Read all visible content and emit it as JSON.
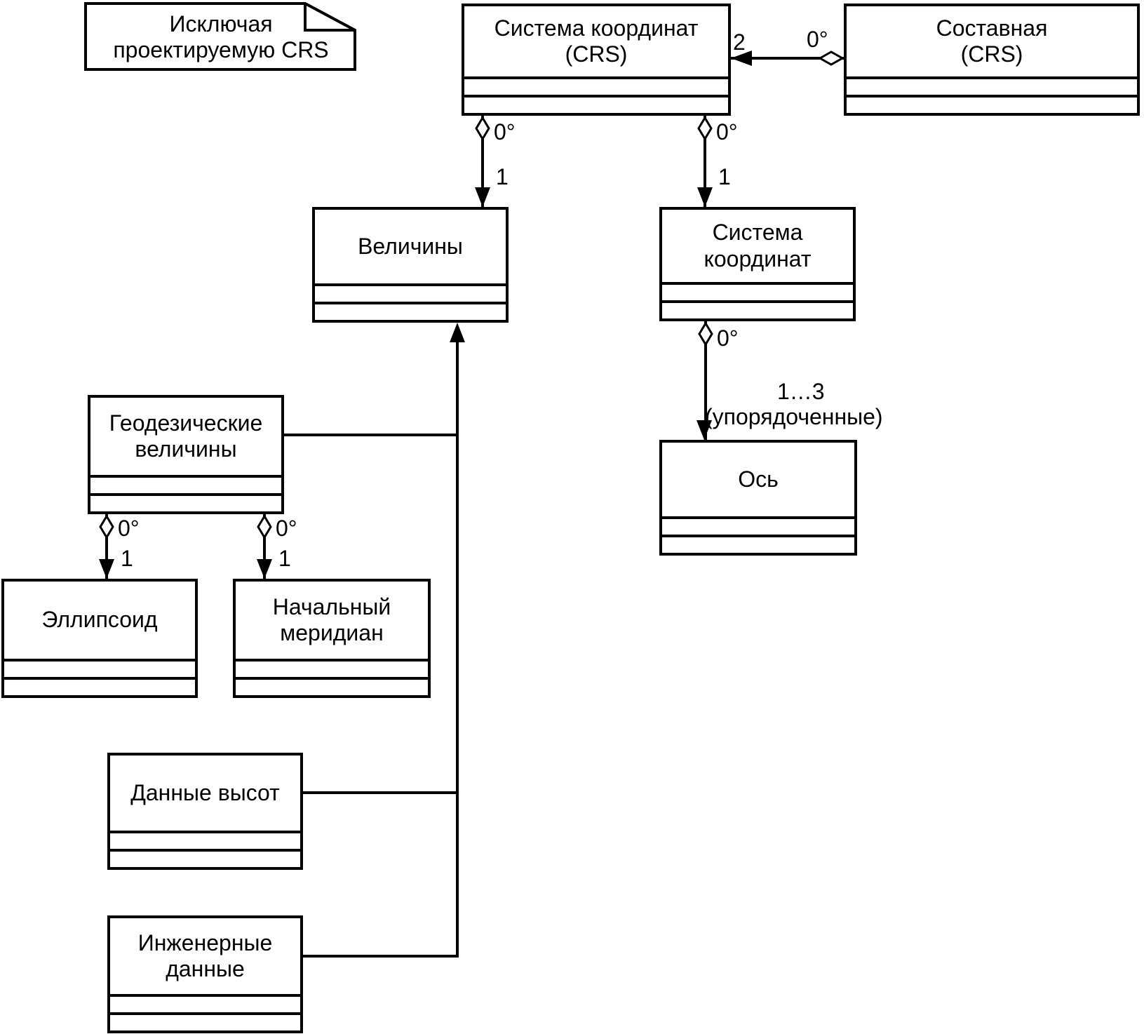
{
  "note": {
    "line1": "Исключая",
    "line2": "проектируемую CRS"
  },
  "classes": {
    "crs": {
      "line1": "Система координат",
      "line2": "(CRS)"
    },
    "compound": {
      "line1": "Составная",
      "line2": "(CRS)"
    },
    "datums": {
      "line1": "Величины"
    },
    "cs": {
      "line1": "Система",
      "line2": "координат"
    },
    "axis": {
      "line1": "Ось"
    },
    "geodetic": {
      "line1": "Геодезические",
      "line2": "величины"
    },
    "ellipsoid": {
      "line1": "Эллипсоид"
    },
    "prime_meridian": {
      "line1": "Начальный",
      "line2": "меридиан"
    },
    "vertical_datum": {
      "line1": "Данные высот"
    },
    "engineering_datum": {
      "line1": "Инженерные",
      "line2": "данные"
    }
  },
  "edges": {
    "compound_crs": {
      "source_mult": "0°",
      "target_mult": "2"
    },
    "crs_datums": {
      "source_mult": "0°",
      "target_mult": "1"
    },
    "crs_cs": {
      "source_mult": "0°",
      "target_mult": "1"
    },
    "cs_axis": {
      "source_mult": "0°",
      "target_mult": "1…3",
      "target_note": "(упорядоченные)"
    },
    "geodetic_ellipsoid": {
      "source_mult": "0°",
      "target_mult": "1"
    },
    "geodetic_prime_meridian": {
      "source_mult": "0°",
      "target_mult": "1"
    }
  },
  "colors": {
    "line": "#000000",
    "background": "#ffffff"
  }
}
